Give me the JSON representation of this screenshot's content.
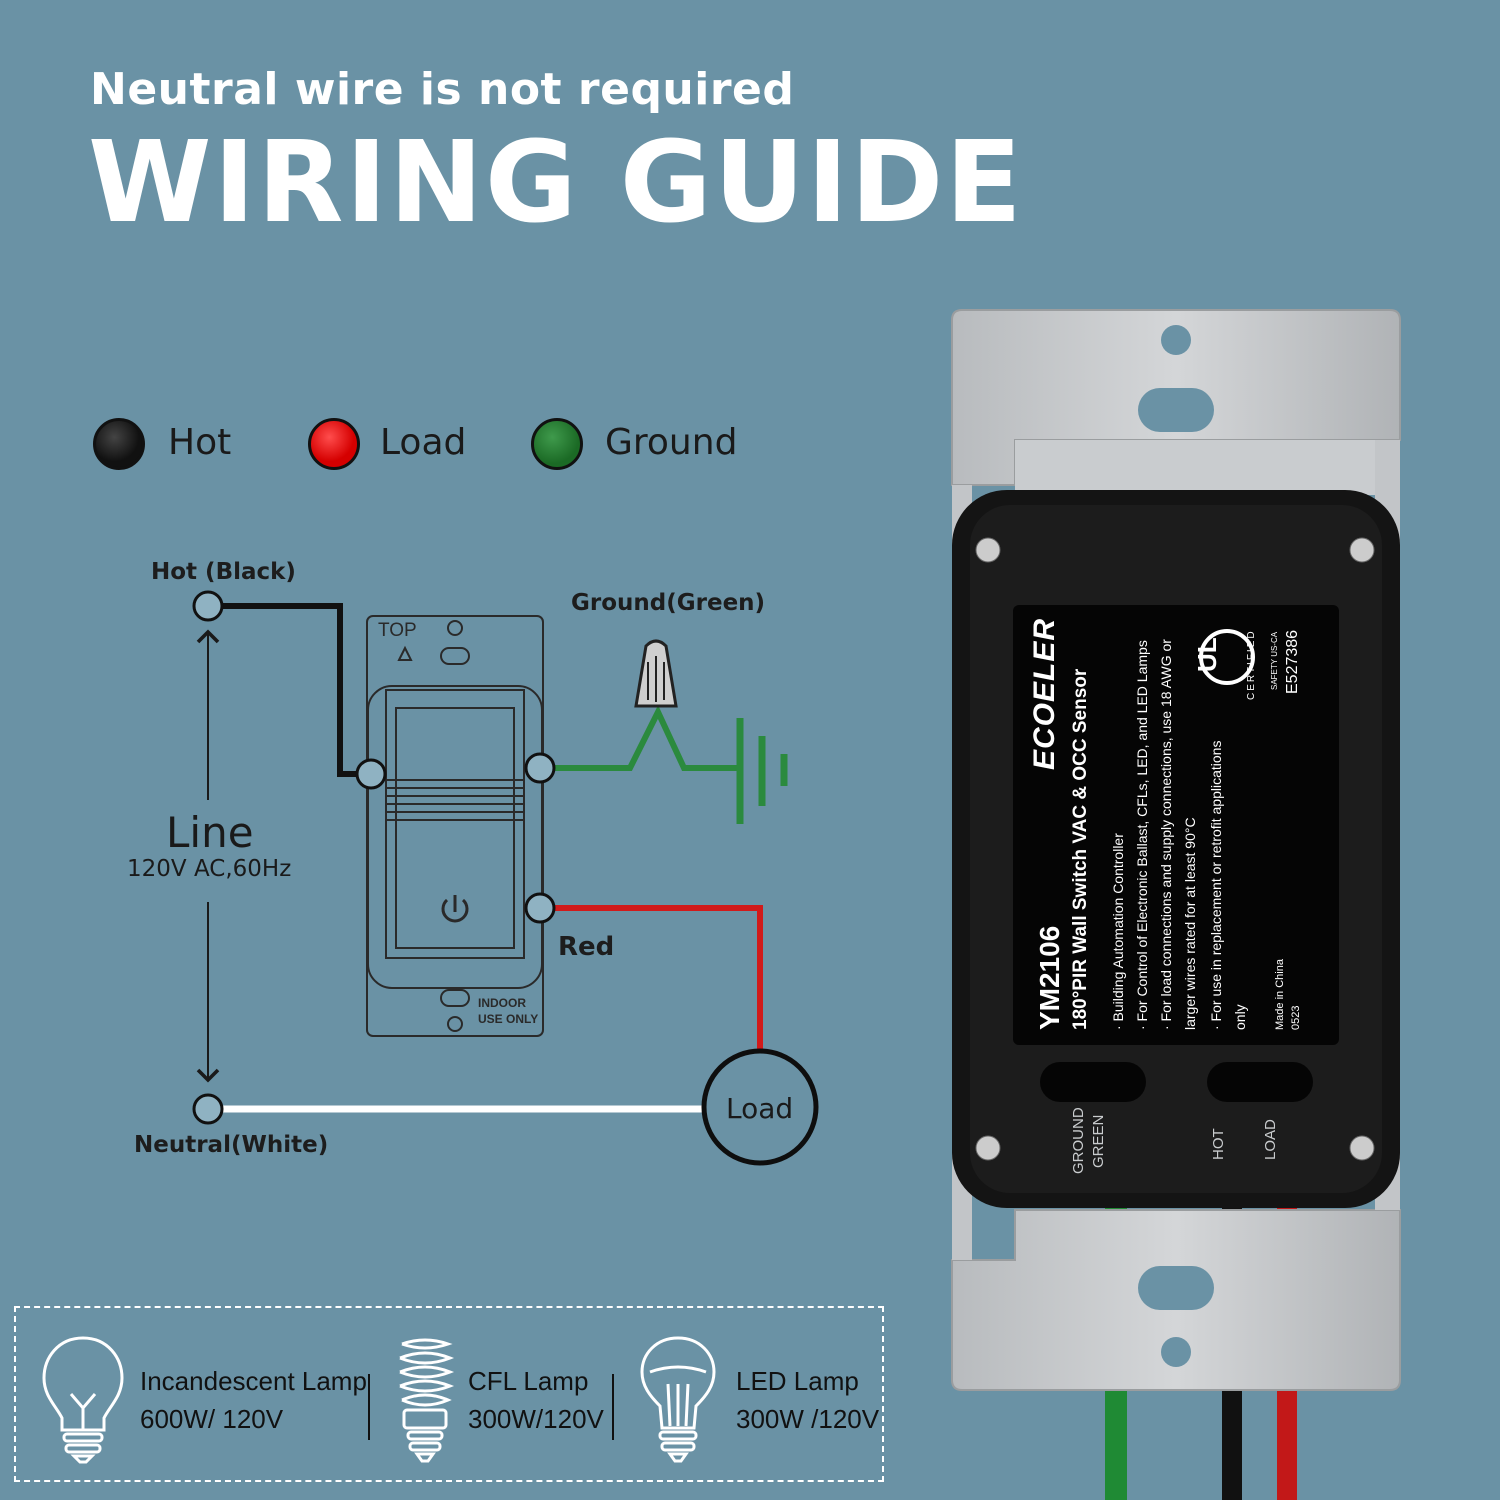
{
  "header": {
    "subtitle": "Neutral wire is not required",
    "title": "WIRING GUIDE"
  },
  "legend": [
    {
      "label": "Hot",
      "color": "#111111"
    },
    {
      "label": "Load",
      "color": "#e01010"
    },
    {
      "label": "Ground",
      "color": "#1e7a2c"
    }
  ],
  "diagram": {
    "hot_label": "Hot (Black)",
    "ground_label": "Ground(Green)",
    "red_label": "Red",
    "neutral_label": "Neutral(White)",
    "line_label": "Line",
    "line_spec": "120V AC,60Hz",
    "load_label": "Load",
    "switch": {
      "top_label": "TOP",
      "indoor_label_1": "INDOOR",
      "indoor_label_2": "USE ONLY"
    },
    "colors": {
      "hot": "#111111",
      "load": "#d11a1a",
      "ground": "#2b8a3e",
      "neutral": "#ffffff"
    }
  },
  "lamps": [
    {
      "icon": "incandescent-bulb-icon",
      "name": "Incandescent Lamp",
      "rating": "600W/ 120V"
    },
    {
      "icon": "cfl-bulb-icon",
      "name": "CFL Lamp",
      "rating": "300W/120V"
    },
    {
      "icon": "led-bulb-icon",
      "name": "LED Lamp",
      "rating": "300W /120V"
    }
  ],
  "product": {
    "brand": "ECOELER",
    "model": "YM2106",
    "description": "180°PIR Wall Switch VAC & OCC Sensor",
    "bullets": [
      "· Building Automation Controller",
      "· For Control of Electronic Ballast, CFLs, LED, and LED Lamps",
      "· For load connections and supply connections, use 18 AWG or",
      "  larger wires rated for at least 90°C",
      "· For use in replacement or retrofit applications",
      "  only"
    ],
    "made_in": "Made in China",
    "date_code": "0523",
    "cert_mark": "UL",
    "cert_text": "CERTIFIED",
    "cert_safety": "SAFETY US-CA",
    "cert_number": "E527386",
    "wire_tags": {
      "ground": "GROUND",
      "green": "GREEN",
      "hot": "HOT",
      "load": "LOAD"
    }
  }
}
